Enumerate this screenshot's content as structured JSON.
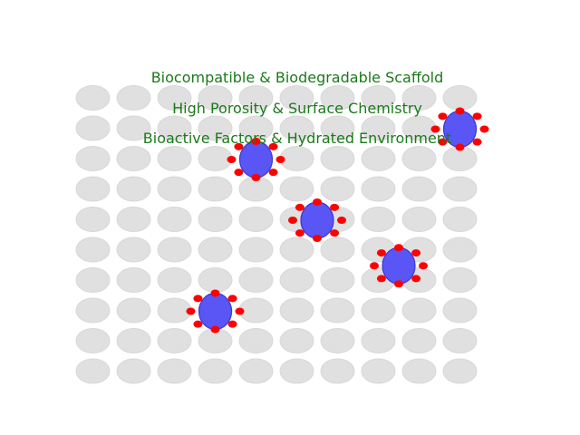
{
  "captions": [
    "Biocompatible & Biodegradable Scaffold",
    "High Porosity & Surface Chemistry",
    "Bioactive Factors & Hydrated Environment"
  ],
  "colors": {
    "pore_fill": "#e0e0e0",
    "pore_stroke": "#d8d8d8",
    "cell_fill": "#5a55f5",
    "cell_stroke": "#3b36d8",
    "factor_dot": "#ff0000",
    "text": "#1a7a1a",
    "background": "#ffffff"
  },
  "scaffold": {
    "rows": 10,
    "columns": 10
  },
  "cells": [
    {
      "column": 4,
      "row": 2
    },
    {
      "column": 9,
      "row": 1
    },
    {
      "column": 5.5,
      "row": 4
    },
    {
      "column": 7.5,
      "row": 5.5
    },
    {
      "column": 3,
      "row": 7
    }
  ],
  "factors_per_cell": 8
}
